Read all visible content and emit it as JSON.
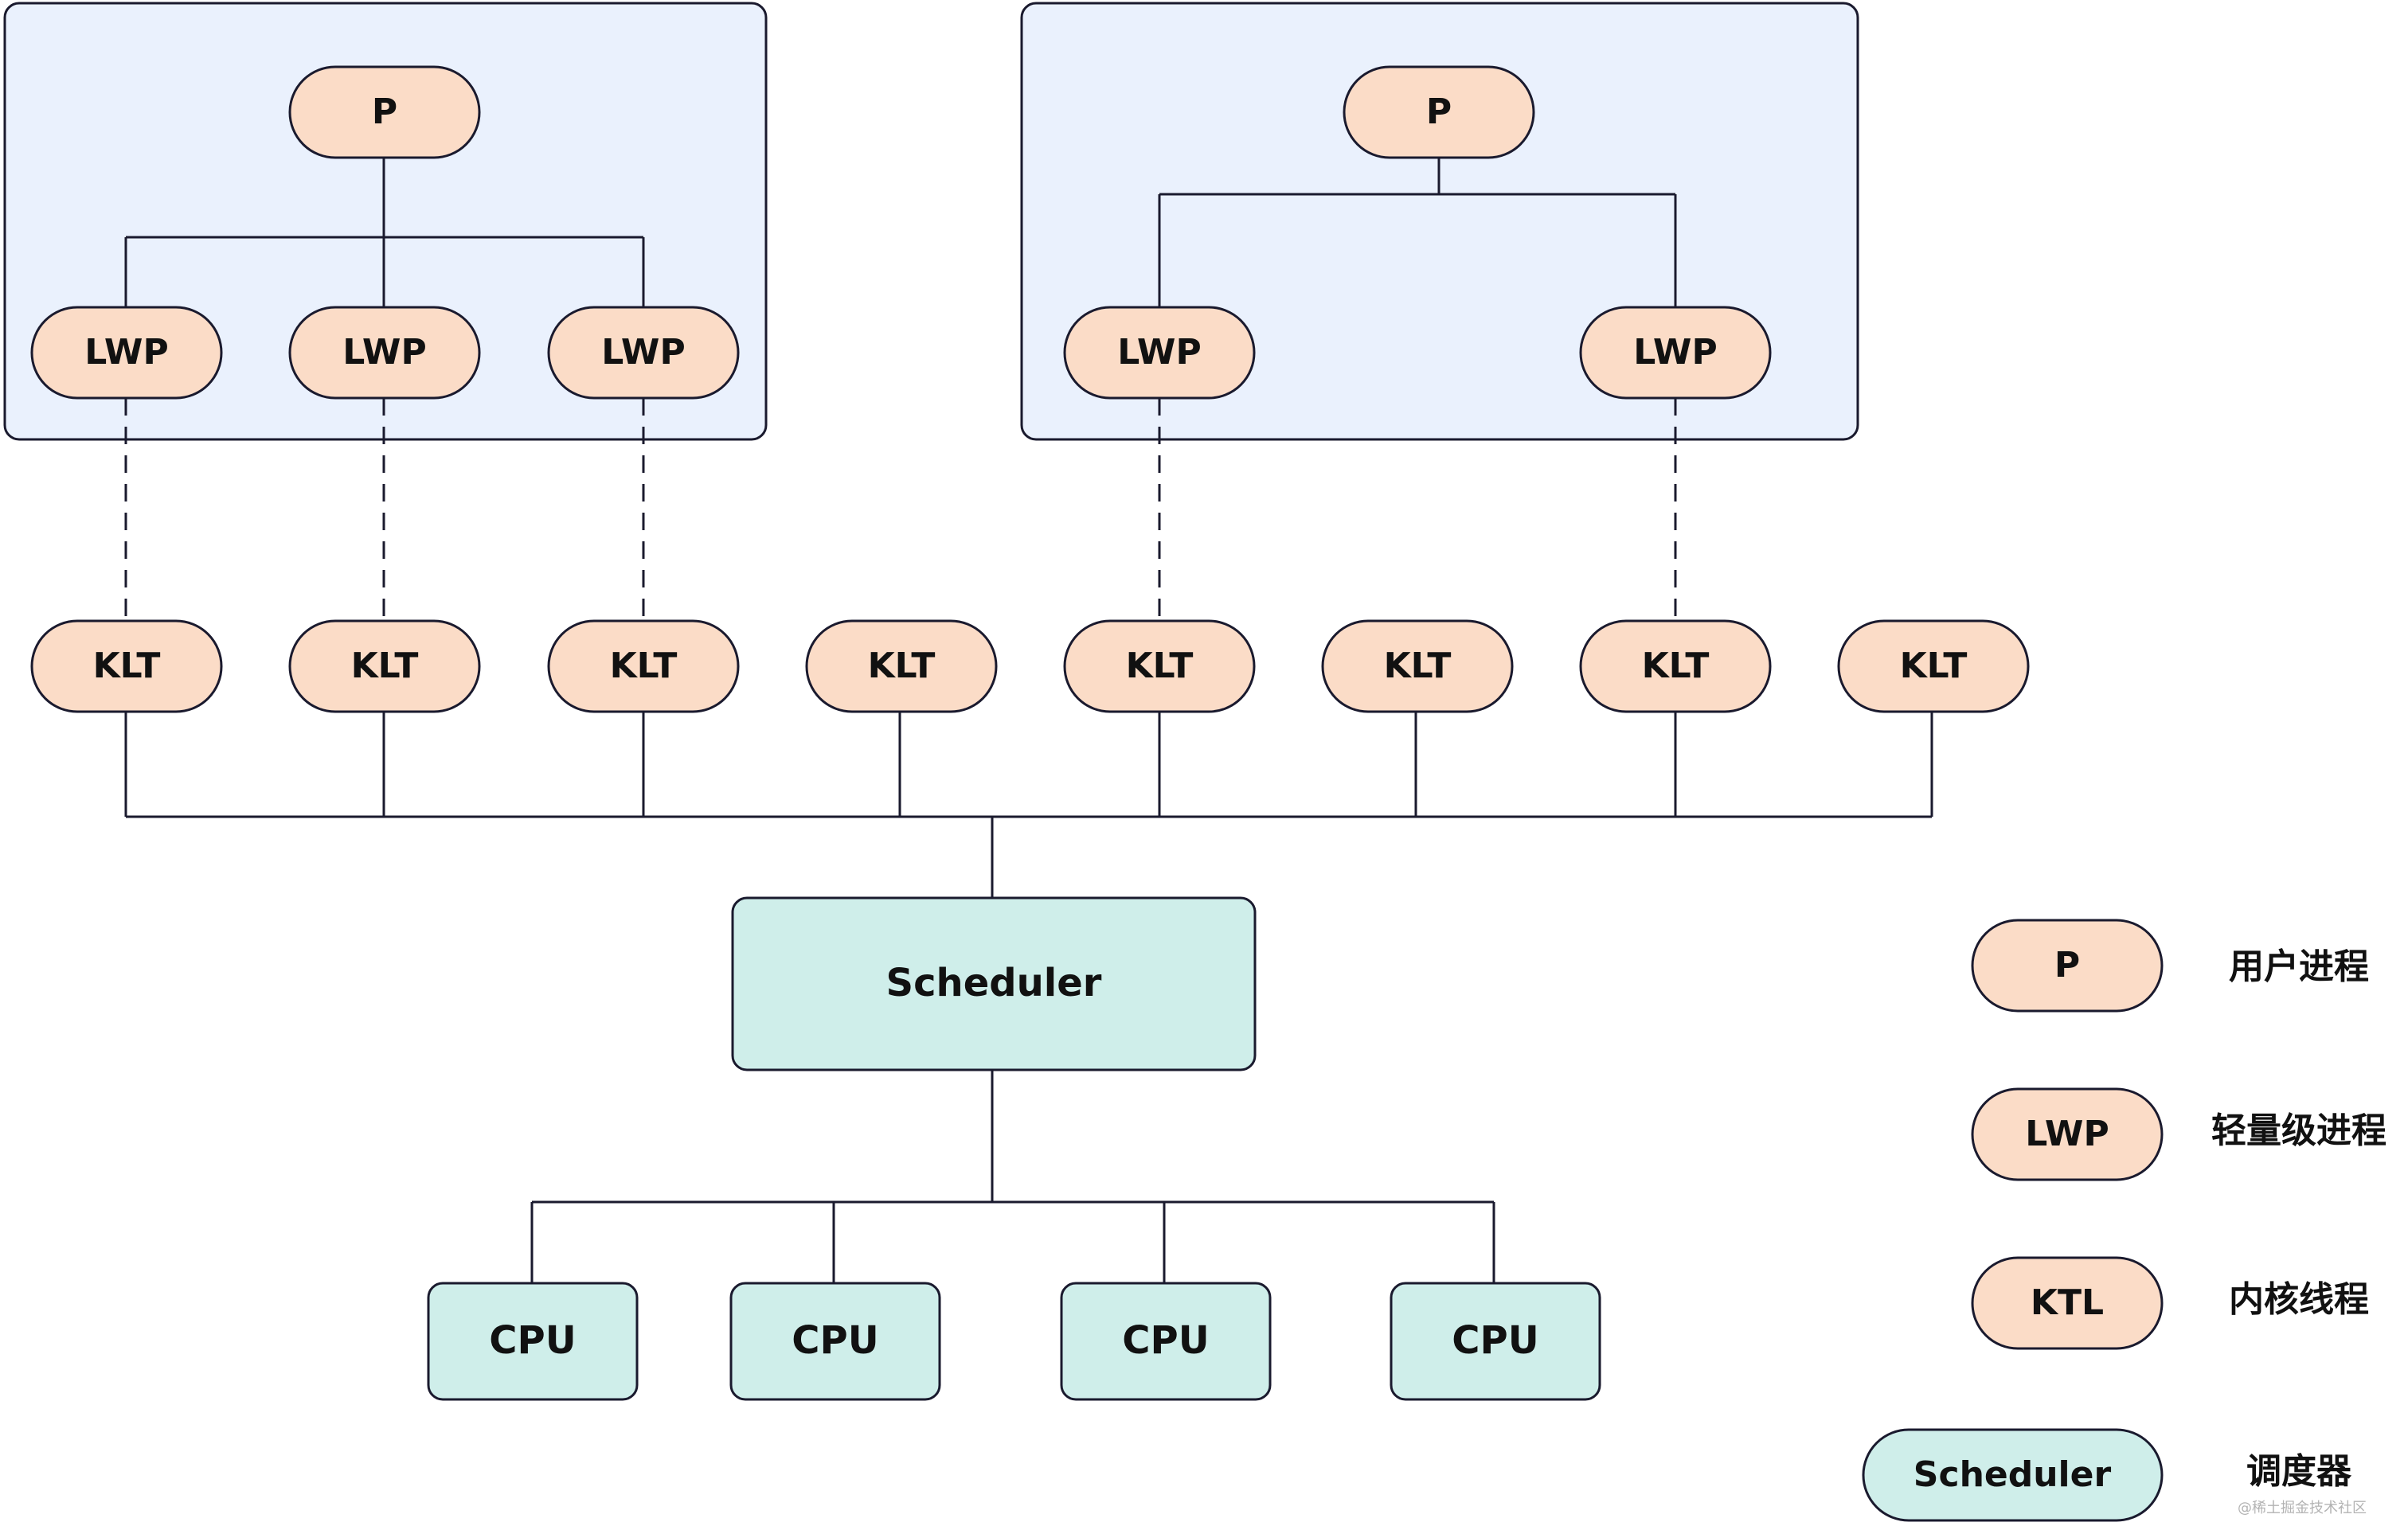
{
  "colors": {
    "process_box_fill": "#eaf1fd",
    "thread_node_fill": "#fbdcc7",
    "scheduler_fill": "#cfeeea",
    "stroke": "#1a1a2e"
  },
  "processes": [
    {
      "label": "P",
      "lwps": [
        "LWP",
        "LWP",
        "LWP"
      ]
    },
    {
      "label": "P",
      "lwps": [
        "LWP",
        "LWP"
      ]
    }
  ],
  "klts": [
    "KLT",
    "KLT",
    "KLT",
    "KLT",
    "KLT",
    "KLT",
    "KLT",
    "KLT"
  ],
  "scheduler": {
    "label": "Scheduler"
  },
  "cpus": [
    "CPU",
    "CPU",
    "CPU",
    "CPU"
  ],
  "legend": [
    {
      "label": "P",
      "meaning": "用户进程"
    },
    {
      "label": "LWP",
      "meaning": "轻量级进程"
    },
    {
      "label": "KTL",
      "meaning": "内核线程"
    },
    {
      "label": "Scheduler",
      "meaning": "调度器"
    }
  ],
  "watermark": "@稀土掘金技术社区"
}
